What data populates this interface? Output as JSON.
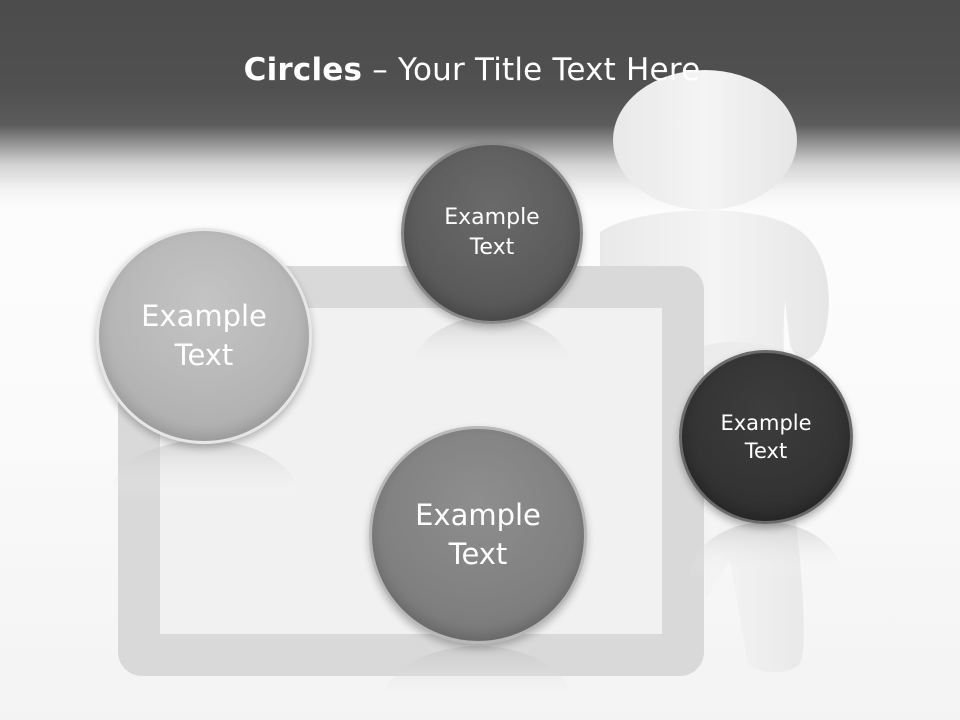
{
  "slide": {
    "title_bold": "Circles",
    "title_rest": " – Your Title Text Here"
  },
  "circles": {
    "left": {
      "label": "Example\nText",
      "color": "#b5b5b5"
    },
    "top": {
      "label": "Example\nText",
      "color": "#595959"
    },
    "middle": {
      "label": "Example\nText",
      "color": "#7f7f7f"
    },
    "right": {
      "label": "Example\nText",
      "color": "#333333"
    }
  },
  "colors": {
    "header": "#4f4f4f",
    "title_text": "#ffffff",
    "board_frame": "#d9d9d9",
    "board_panel": "#f2f2f2",
    "figure": "#eeeeee"
  }
}
